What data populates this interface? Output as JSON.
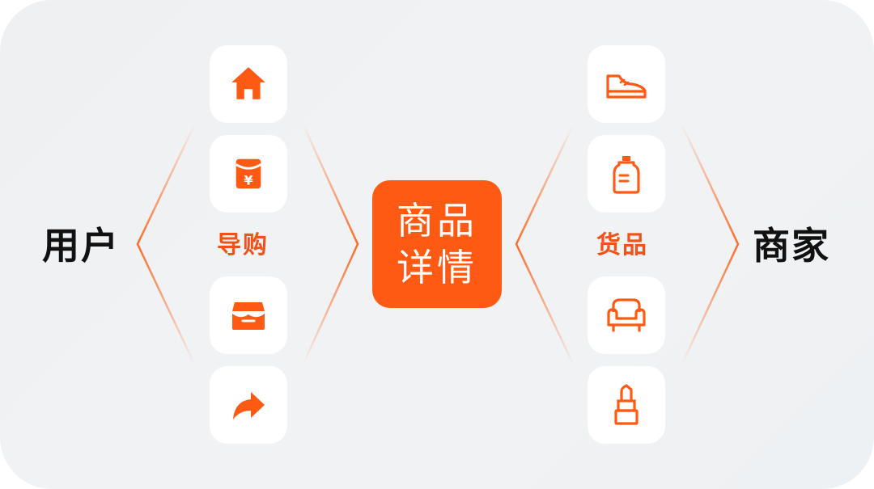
{
  "colors": {
    "accent": "#ff5a14",
    "accent_text": "#f0521a",
    "tile_bg": "#ffffff",
    "end_text": "#111111"
  },
  "left_end": {
    "label": "用户"
  },
  "right_end": {
    "label": "商家"
  },
  "left_group": {
    "label": "导购",
    "icons": [
      "home-icon",
      "red-envelope-yuan-icon",
      "storefront-icon",
      "share-arrow-icon"
    ]
  },
  "right_group": {
    "label": "货品",
    "icons": [
      "sneaker-icon",
      "baby-bottle-icon",
      "armchair-icon",
      "lipstick-icon"
    ]
  },
  "center": {
    "line1": "商品",
    "line2": "详情"
  }
}
